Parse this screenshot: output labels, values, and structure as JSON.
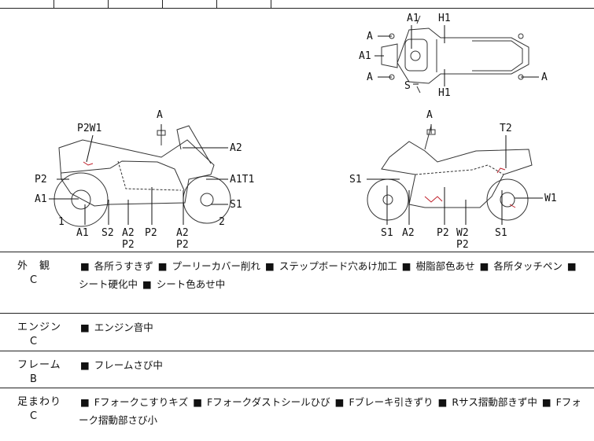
{
  "diagram": {
    "top_view": {
      "labels": [
        "A1",
        "H1",
        "A",
        "A1",
        "A",
        "S",
        "H1",
        "A"
      ]
    },
    "left_view": {
      "labels": [
        "A",
        "P2W1",
        "A2",
        "P2",
        "A1T1",
        "A1",
        "S1",
        "1",
        "2",
        "A1",
        "S2",
        "A2",
        "P2",
        "P2",
        "A2",
        "P2"
      ]
    },
    "right_view": {
      "labels": [
        "A",
        "T2",
        "S1",
        "W1",
        "S1",
        "A2",
        "P2",
        "W2",
        "P2",
        "S1"
      ]
    }
  },
  "sections": [
    {
      "label": "外　観",
      "grade": "C",
      "items": [
        "各所うすきず",
        "プーリーカバー削れ",
        "ステップボード穴あけ加工",
        "樹脂部色あせ",
        "各所タッチペン",
        "シート硬化中",
        "シート色あせ中"
      ]
    },
    {
      "label": "エンジン",
      "grade": "C",
      "items": [
        "エンジン音中"
      ]
    },
    {
      "label": "フレーム",
      "grade": "B",
      "items": [
        "フレームさび中"
      ]
    },
    {
      "label": "足まわり",
      "grade": "C",
      "items": [
        "Fフォークこすりキズ",
        "Fフォークダストシールひび",
        "Fブレーキ引きずり",
        "Rサス摺動部きず中",
        "Fフォーク摺動部さび小"
      ]
    }
  ],
  "bullet": "■"
}
